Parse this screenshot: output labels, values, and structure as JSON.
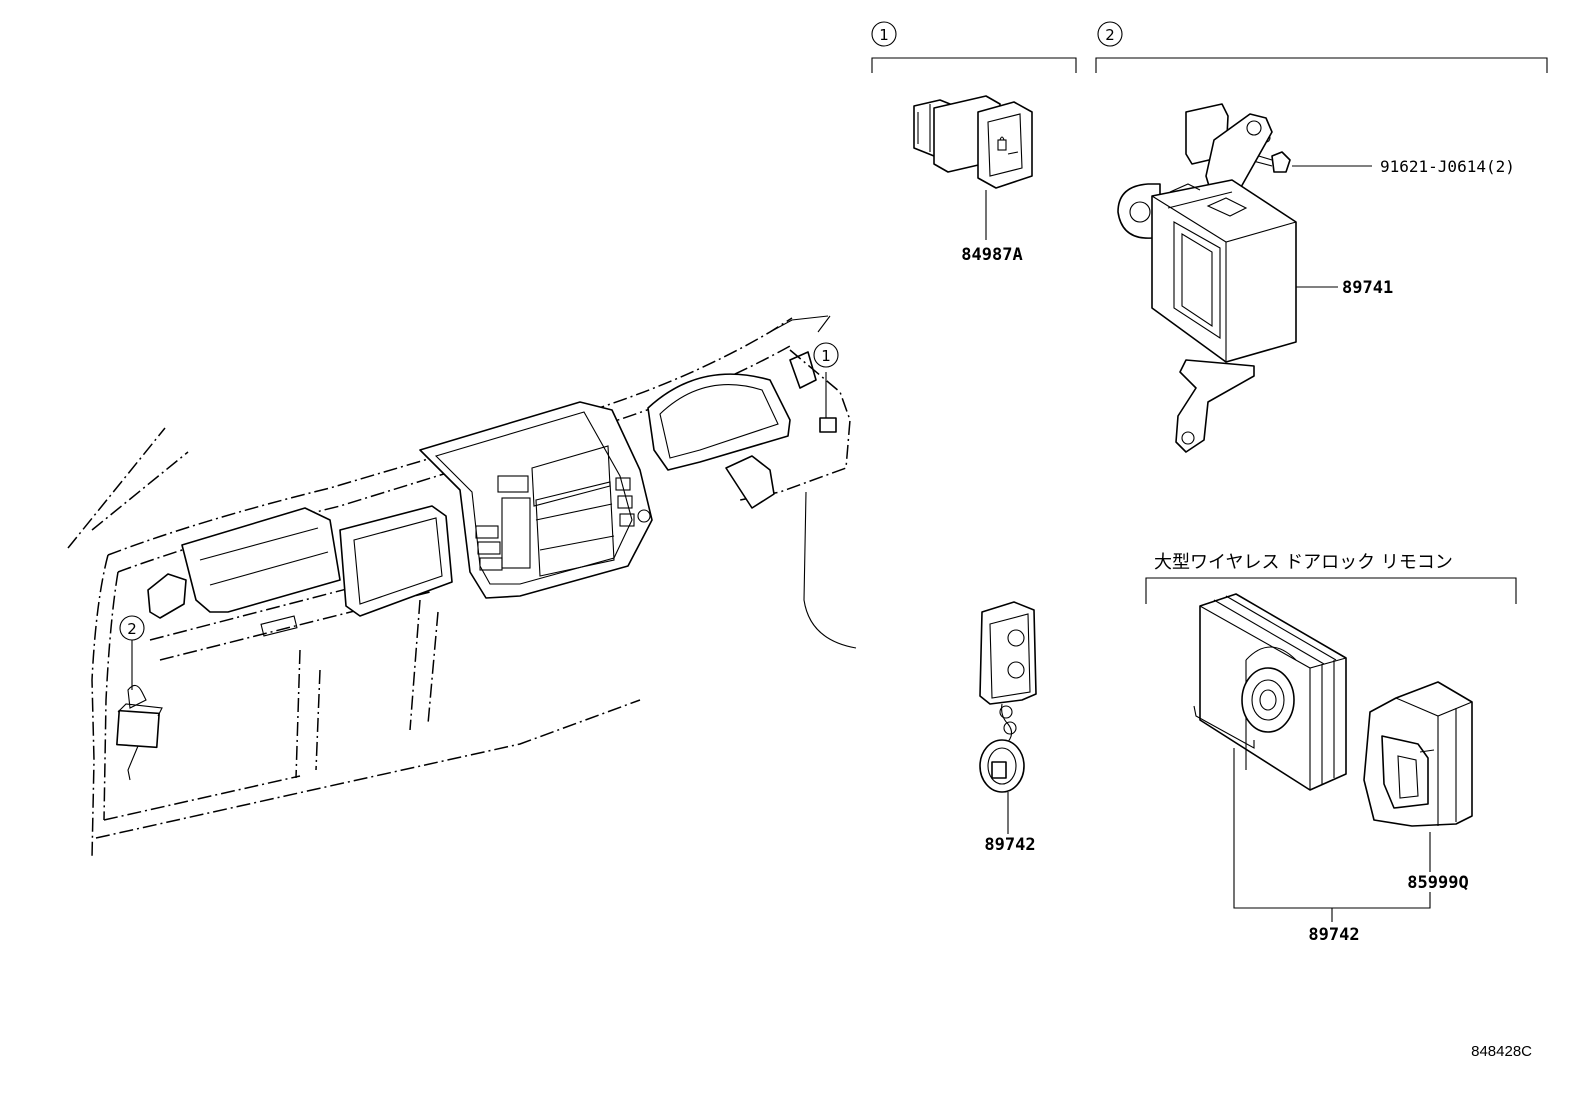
{
  "groups": {
    "g1_label": "1",
    "g2_label": "2"
  },
  "parts": {
    "switch": "84987A",
    "bolt": "91621-J0614(2)",
    "controller": "89741",
    "remote_transmitter": "89742",
    "remote_kit": "89742",
    "cover": "85999Q"
  },
  "remote_kit_title": "大型ワイヤレス ドアロック リモコン",
  "callouts": {
    "dash_marker_1": "1",
    "dash_marker_2": "2"
  },
  "illustration_code": "848428C",
  "icons": {
    "switch": "lock-switch-icon",
    "controller": "control-module-icon",
    "bolt": "bolt-icon",
    "transmitter": "key-fob-icon",
    "remote_unit": "remote-receiver-icon",
    "cover": "cover-bracket-icon",
    "dashboard": "dashboard-illustration"
  }
}
